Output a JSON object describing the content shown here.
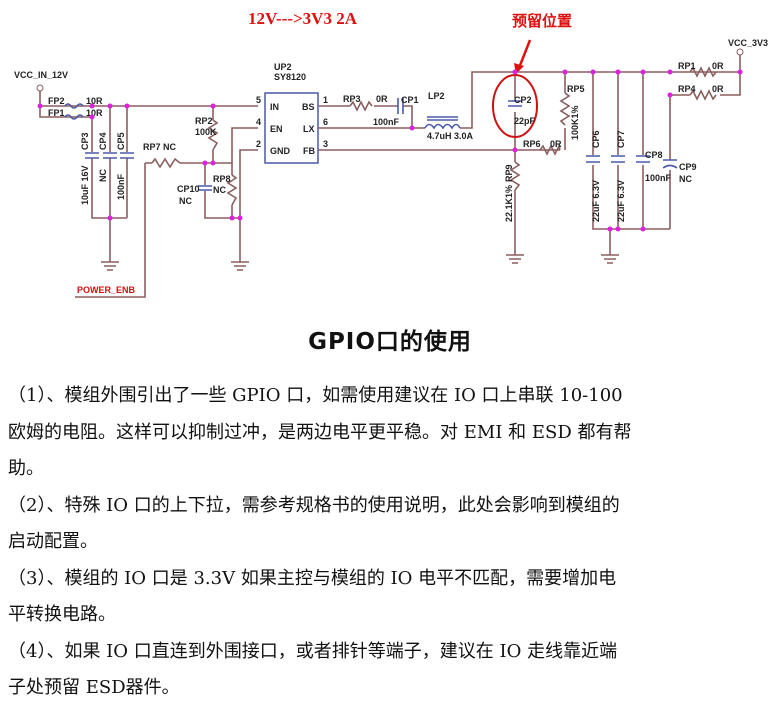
{
  "schematic": {
    "title": "12V--->3V3 2A",
    "reserved_note": "预留位置",
    "net_vin": "VCC_IN_12V",
    "net_vout": "VCC_3V3",
    "net_enable": "POWER_ENB",
    "chip": {
      "ref": "UP2",
      "part": "SY8120",
      "pins_left": [
        {
          "num": "5",
          "name": "IN"
        },
        {
          "num": "4",
          "name": "EN"
        },
        {
          "num": "2",
          "name": "GND"
        }
      ],
      "pins_right": [
        {
          "num": "1",
          "name": "BS"
        },
        {
          "num": "6",
          "name": "LX"
        },
        {
          "num": "3",
          "name": "FB"
        }
      ]
    },
    "parts": {
      "FP2": "FP2",
      "FP2v": "10R",
      "FP1": "FP1",
      "FP1v": "10R",
      "CP3": "CP3",
      "CP3v": "10uF 16V",
      "CP4": "CP4",
      "CP4v": "NC",
      "CP5": "CP5",
      "CP5v": "100nF",
      "RP7": "RP7 NC",
      "RP2": "RP2",
      "RP2v": "100K",
      "CP10": "CP10",
      "CP10v": "NC",
      "RP8": "RP8",
      "RP8v": "NC",
      "RP3": "RP3",
      "RP3v": "0R",
      "CP1": "CP1",
      "CP1v": "100nF",
      "LP2": "LP2",
      "LP2v": "4.7uH  3.0A",
      "CP2": "CP2",
      "CP2v": "22pF",
      "RP5": "RP5",
      "RP5v": "100K1%",
      "RP6": "RP6",
      "RP6v": "0R",
      "RP9": "RP9",
      "RP9v": "22.1K1%",
      "CP6": "CP6",
      "CP6v": "22uF 6.3V",
      "CP7": "CP7",
      "CP7v": "22uF 6.3V",
      "CP8": "CP8",
      "CP8v": "100nF",
      "CP9": "CP9",
      "CP9v": "NC",
      "RP1": "RP1",
      "RP1v": "0R",
      "RP4": "RP4",
      "RP4v": "0R"
    }
  },
  "heading": "GPIO口的使用",
  "lines": [
    "（1）、模组外围引出了一些 GPIO 口，如需使用建议在 IO 口上串联 10-100",
    "欧姆的电阻。这样可以抑制过冲，是两边电平更平稳。对 EMI 和 ESD 都有帮",
    "助。",
    "（2）、特殊 IO 口的上下拉，需参考规格书的使用说明，此处会影响到模组的",
    "启动配置。",
    "（3）、模组的 IO 口是 3.3V 如果主控与模组的 IO 电平不匹配，需要增加电",
    "平转换电路。",
    "（4）、如果 IO 口直连到外围接口，或者排针等端子，建议在 IO 走线靠近端",
    "子处预留 ESD器件。"
  ]
}
